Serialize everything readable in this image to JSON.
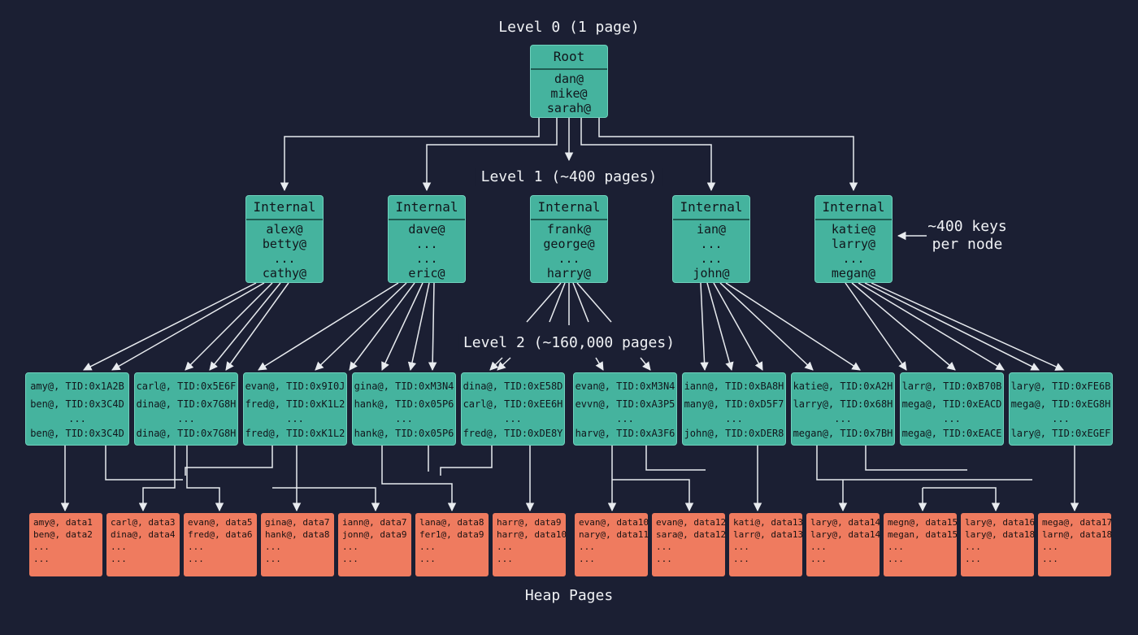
{
  "labels": {
    "level0": "Level 0 (1 page)",
    "level1": "Level 1 (~400 pages)",
    "level2": "Level 2 (~160,000 pages)",
    "heap": "Heap Pages"
  },
  "annotation": {
    "line1": "~400 keys",
    "line2": "per node"
  },
  "root": {
    "title": "Root",
    "keys": [
      "dan@",
      "mike@",
      "sarah@"
    ]
  },
  "internal_nodes": [
    {
      "title": "Internal",
      "keys": [
        "alex@",
        "betty@",
        "...",
        "cathy@"
      ]
    },
    {
      "title": "Internal",
      "keys": [
        "dave@",
        "...",
        "...",
        "eric@"
      ]
    },
    {
      "title": "Internal",
      "keys": [
        "frank@",
        "george@",
        "...",
        "harry@"
      ]
    },
    {
      "title": "Internal",
      "keys": [
        "ian@",
        "...",
        "...",
        "john@"
      ]
    },
    {
      "title": "Internal",
      "keys": [
        "katie@",
        "larry@",
        "...",
        "megan@"
      ]
    }
  ],
  "leaf_nodes": [
    [
      "amy@, TID:0x1A2B",
      "ben@, TID:0x3C4D",
      "...",
      "ben@, TID:0x3C4D"
    ],
    [
      "carl@, TID:0x5E6F",
      "dina@, TID:0x7G8H",
      "...",
      "dina@, TID:0x7G8H"
    ],
    [
      "evan@, TID:0x9I0J",
      "fred@, TID:0xK1L2",
      "...",
      "fred@, TID:0xK1L2"
    ],
    [
      "gina@, TID:0xM3N4",
      "hank@, TID:0x05P6",
      "...",
      "hank@, TID:0x05P6"
    ],
    [
      "dina@, TID:0xE58D",
      "carl@, TID:0xEE6H",
      "...",
      "fred@, TID:0xDE8Y"
    ],
    [
      "evan@, TID:0xM3N4",
      "evvn@, TID:0xA3P5",
      "...",
      "harv@, TID:0xA3F6"
    ],
    [
      "iann@, TID:0xBA8H",
      "many@, TID:0xD5F7",
      "...",
      "john@, TID:0xDER8"
    ],
    [
      "katie@, TID:0xA2H",
      "larry@, TID:0x68H",
      "...",
      "megan@, TID:0x7BH"
    ],
    [
      "larr@, TID:0xB70B",
      "mega@, TID:0xEACD",
      "...",
      "mega@, TID:0xEACE"
    ],
    [
      "lary@, TID:0xFE6B",
      "mega@, TID:0xEG8H",
      "...",
      "lary@, TID:0xEGEF"
    ]
  ],
  "heap_pages": [
    [
      "amy@, data1",
      "ben@, data2",
      "...",
      "..."
    ],
    [
      "carl@, data3",
      "dina@, data4",
      "...",
      "..."
    ],
    [
      "evan@, data5",
      "fred@, data6",
      "...",
      "..."
    ],
    [
      "gina@, data7",
      "hank@, data8",
      "...",
      "..."
    ],
    [
      "iann@, data7",
      "jonn@, data9",
      "...",
      "..."
    ],
    [
      "lana@, data8",
      "fer1@, data9",
      "...",
      "..."
    ],
    [
      "harr@, data9",
      "harr@, data10",
      "...",
      "..."
    ],
    [
      "evan@, data10",
      "nary@, data11",
      "...",
      "..."
    ],
    [
      "evan@, data12",
      "sara@, data12",
      "...",
      "..."
    ],
    [
      "kati@, data13",
      "larr@, data13",
      "...",
      "..."
    ],
    [
      "lary@, data14",
      "lary@, data14",
      "...",
      "..."
    ],
    [
      "megn@, data15",
      "megan, data15",
      "...",
      "..."
    ],
    [
      "lary@, data16",
      "lary@, data18",
      "...",
      "..."
    ],
    [
      "mega@, data17",
      "larn@, data18",
      "...",
      "..."
    ]
  ],
  "colors": {
    "background": "#1b1f33",
    "node": "#45b39e",
    "heap": "#ef7b5f",
    "line": "#e8ebef"
  }
}
